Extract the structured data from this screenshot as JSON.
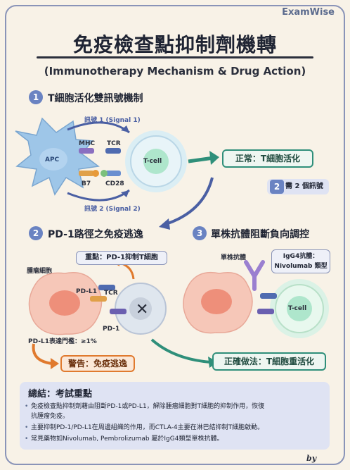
{
  "brand": "ExamWise",
  "title": "免疫檢查點抑制劑機轉",
  "subtitle": "(Immunotherapy Mechanism & Drug Action)",
  "section1": {
    "num": "1",
    "title": "T細胞活化雙訊號機制",
    "signal1": "訊號 1 (Signal 1)",
    "signal2": "訊號 2 (Signal 2)",
    "apc": "APC",
    "tcell": "T-cell",
    "mhc": "MHC",
    "tcr": "TCR",
    "b7": "B7",
    "cd28": "CD28",
    "normal_box": "正常：T細胞活化",
    "need_num": "2",
    "need_text": "需 2 個訊號"
  },
  "section2": {
    "num": "2",
    "title": "PD-1路徑之免疫逃逸",
    "key_point": "重點：PD-1抑制T細胞",
    "tumor_label": "腫瘤細胞",
    "pdl1": "PD-L1",
    "tcr": "TCR",
    "pd1": "PD-1",
    "threshold": "PD-L1表達門檻：≥1%",
    "warning": "警告：免疫逃逸"
  },
  "section3": {
    "num": "3",
    "title": "單株抗體阻斷負向調控",
    "antibody_label": "單株抗體",
    "igg4_line1": "IgG4抗體：",
    "igg4_line2": "Nivolumab 類型",
    "tcell": "T-cell",
    "correct_box": "正確做法：T細胞重活化"
  },
  "summary": {
    "title": "總結：考試重點",
    "bullets": [
      "免疫檢查點抑制劑藉由阻斷PD-1或PD-L1，解除腫瘤細胞對T細胞的抑制作用，恢復",
      "抗腫瘤免疫。",
      "主要抑制PD-1/PD-L1在周邊組織的作用，而CTLA-4主要在淋巴結抑制T細胞啟動。",
      "常見藥物如Nivolumab, Pembrolizumab 屬於IgG4類型單株抗體。"
    ]
  },
  "signature": "by",
  "colors": {
    "accent_blue": "#6a83c2",
    "teal": "#2f8f7a",
    "orange": "#e07a2e",
    "tumor_pink": "#f2b8a8",
    "tcell_green": "#9fe0c4"
  }
}
